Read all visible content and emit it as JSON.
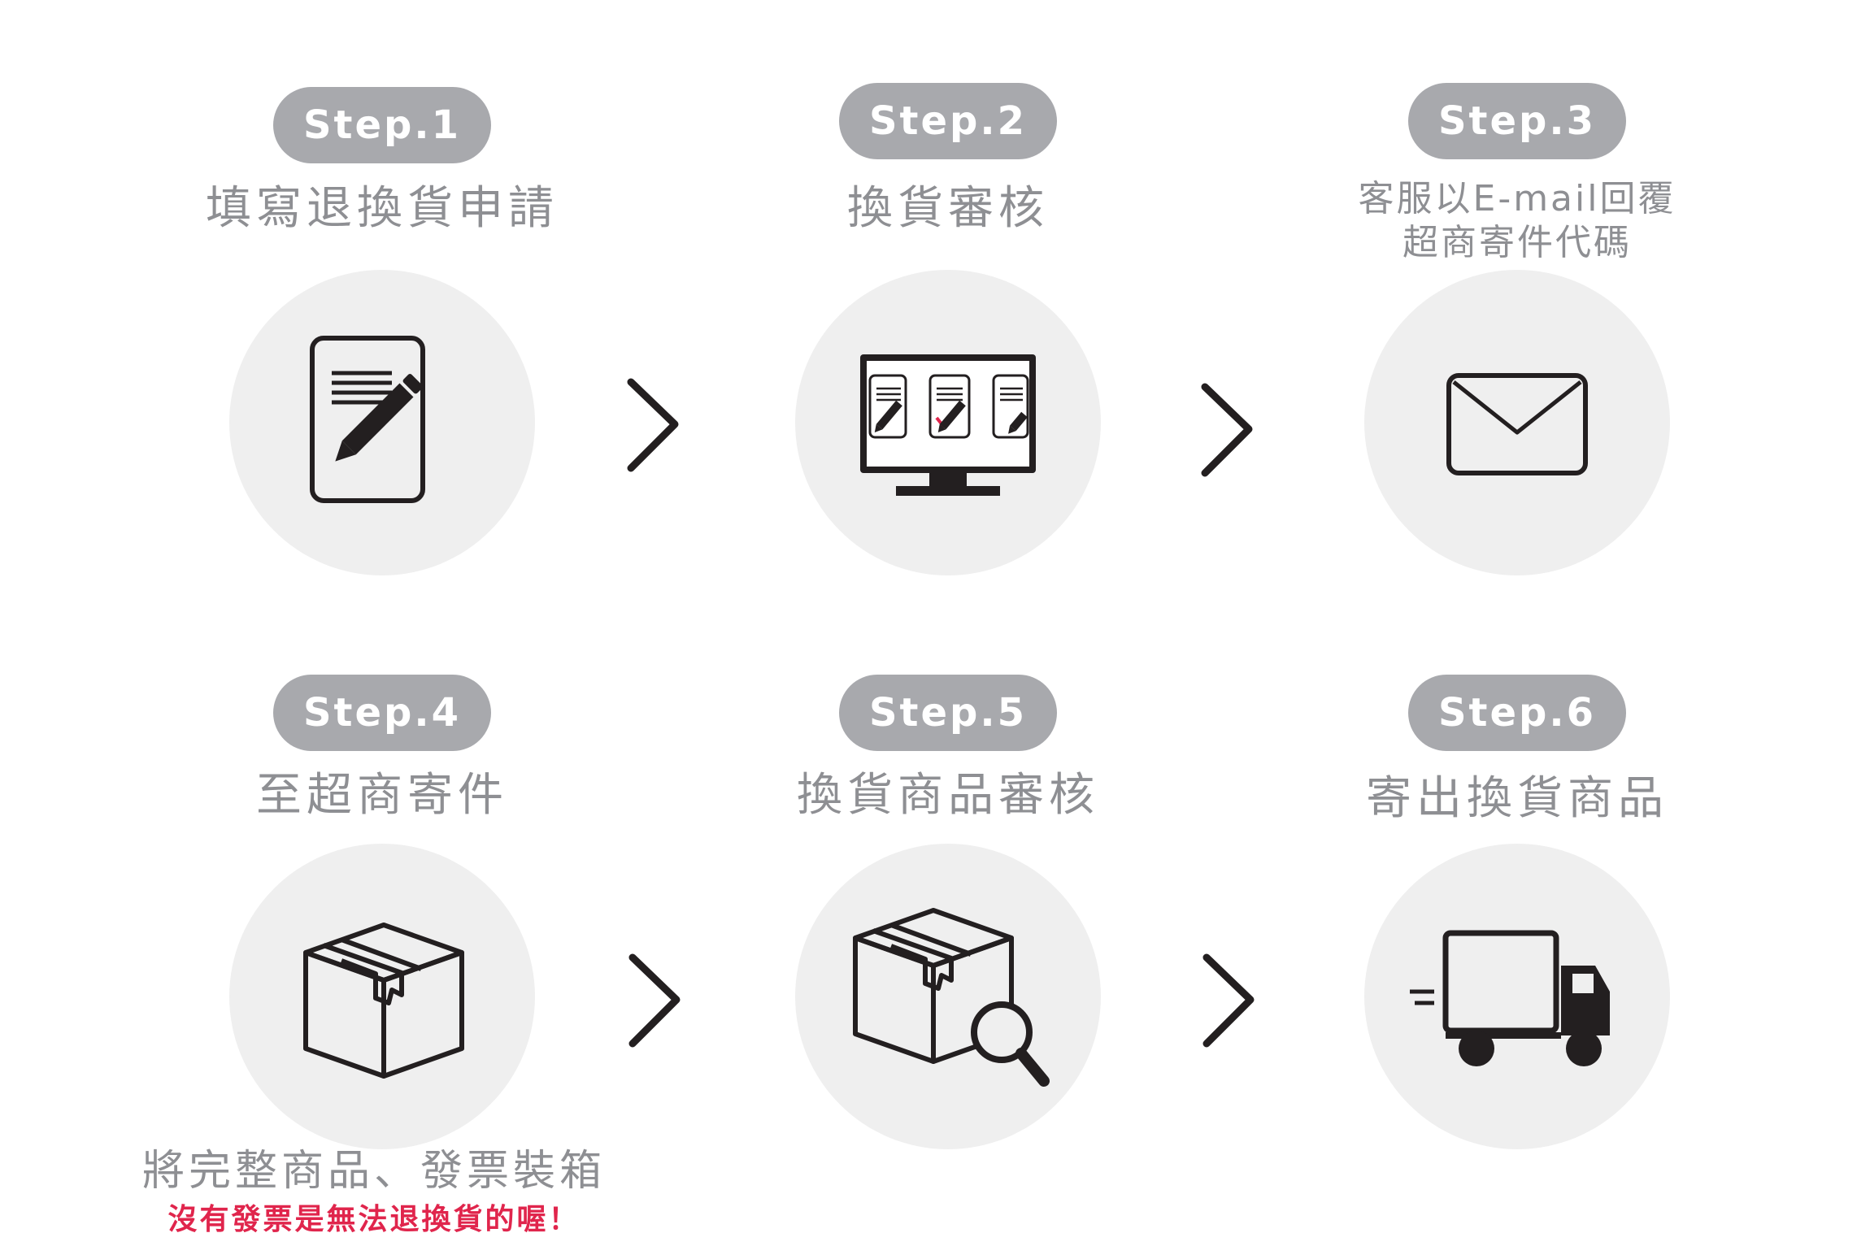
{
  "steps": [
    {
      "label": "Step.1",
      "title": "填寫退換貨申請",
      "icon": "document-pencil-icon"
    },
    {
      "label": "Step.2",
      "title": "換貨審核",
      "icon": "monitor-review-icon"
    },
    {
      "label": "Step.3",
      "title_line1": "客服以E-mail回覆",
      "title_line2": "超商寄件代碼",
      "icon": "envelope-icon"
    },
    {
      "label": "Step.4",
      "title": "至超商寄件",
      "icon": "box-icon"
    },
    {
      "label": "Step.5",
      "title": "換貨商品審核",
      "icon": "box-magnifier-icon"
    },
    {
      "label": "Step.6",
      "title": "寄出換貨商品",
      "icon": "delivery-truck-icon"
    }
  ],
  "note": {
    "main": "將完整商品、發票裝箱",
    "warning": "沒有發票是無法退換貨的喔！"
  },
  "colors": {
    "pill": "#a8a9ad",
    "text": "#8e8f93",
    "circle": "#efefef",
    "icon": "#231f20",
    "warning": "#e0254c",
    "check": "#e0254c"
  }
}
